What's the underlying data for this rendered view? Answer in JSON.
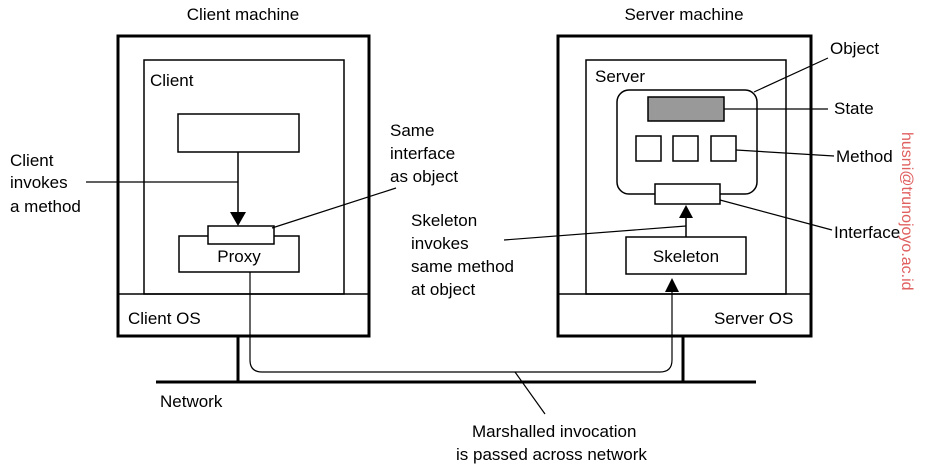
{
  "client_machine": {
    "title": "Client machine",
    "process_label": "Client",
    "os_label": "Client OS",
    "proxy_label": "Proxy"
  },
  "server_machine": {
    "title": "Server machine",
    "process_label": "Server",
    "os_label": "Server OS",
    "skeleton_label": "Skeleton"
  },
  "annotations": {
    "client_invokes": [
      "Client",
      "invokes",
      "a method"
    ],
    "same_interface": [
      "Same",
      "interface",
      "as object"
    ],
    "skeleton_invokes": [
      "Skeleton",
      "invokes",
      "same method",
      "at object"
    ],
    "object": "Object",
    "state": "State",
    "method": "Method",
    "interface": "Interface",
    "network": "Network",
    "marshalled": [
      "Marshalled invocation",
      "is passed across network"
    ]
  },
  "watermark": "husni@trunojoyo.ac.id"
}
